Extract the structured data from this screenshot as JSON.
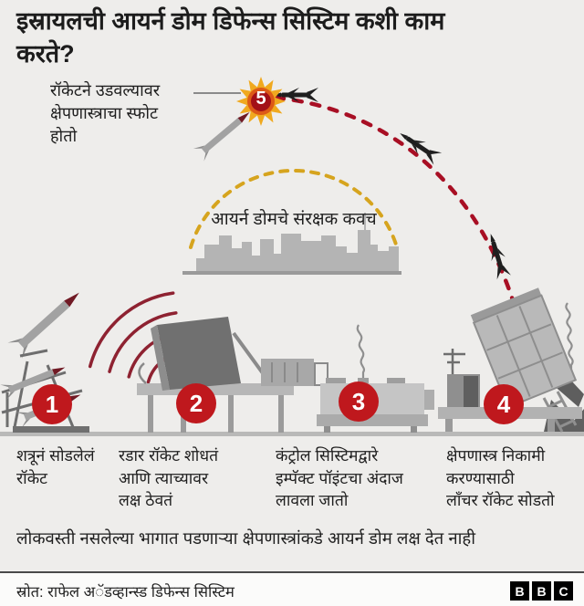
{
  "title": "इस्रायलची आयर्न डोम डिफेन्स सिस्टिम कशी काम\nकरते?",
  "annotation": {
    "text": "रॉकेटने उडवल्यावर\nक्षेपणास्त्राचा स्फोट\nहोतो",
    "number": "5"
  },
  "dome_label": "आयर्न डोमचे संरक्षक कवच",
  "steps": [
    {
      "number": "1",
      "label": "शत्रूनं सोडलेलं\nरॉकेट"
    },
    {
      "number": "2",
      "label": "रडार रॉकेट शोधतं\nआणि त्याच्यावर\nलक्ष ठेवतं"
    },
    {
      "number": "3",
      "label": "कंट्रोल सिस्टिमद्वारे\nइम्पॅक्ट पॉइंटचा अंदाज\nलावला जातो"
    },
    {
      "number": "4",
      "label": "क्षेपणास्त्र निकामी\nकरण्यासाठी\nलाँचर रॉकेट सोडतो"
    }
  ],
  "footnote": "लोकवस्ती नसलेल्या भागात पडणाऱ्या क्षेपणास्त्रांकडे आयर्न डोम लक्ष देत नाही",
  "source": "स्रोत: राफेल अॅडव्हान्स्ड डिफेन्स सिस्टिम",
  "logo": [
    "B",
    "B",
    "C"
  ],
  "colors": {
    "accent_red": "#bf181d",
    "trajectory_red": "#a80f24",
    "radar_wave_red": "#8e2231",
    "dome_yellow": "#d6a41e",
    "background": "#eeedeb"
  }
}
